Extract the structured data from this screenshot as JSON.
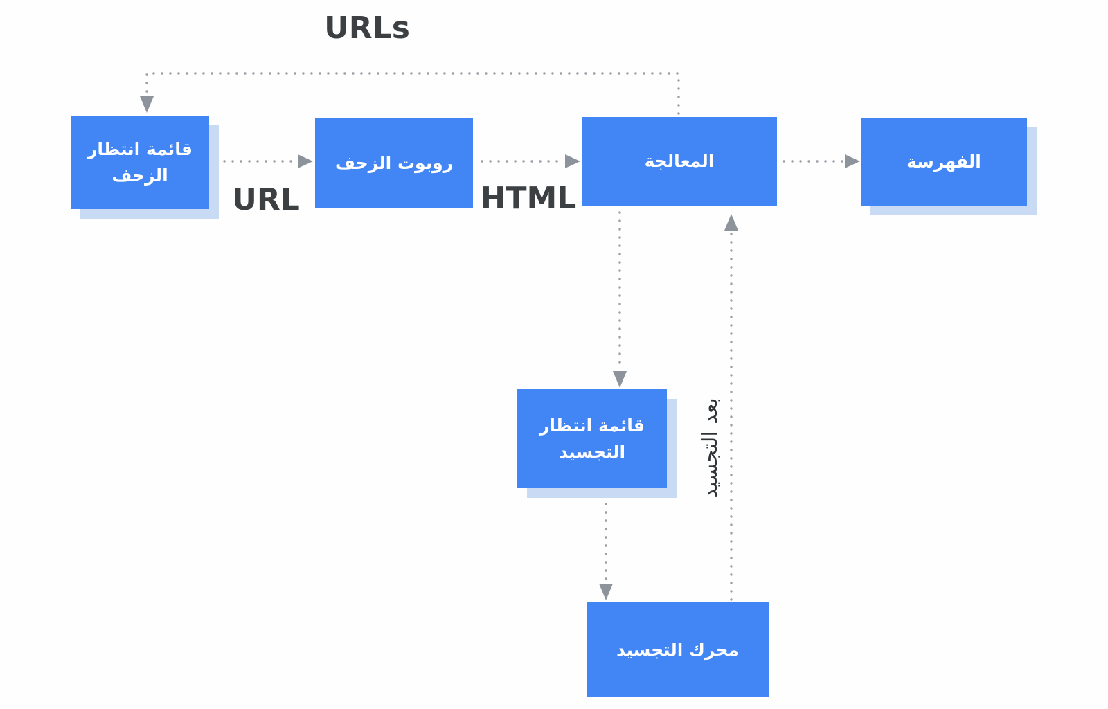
{
  "diagram": {
    "labels": {
      "urls": "URLs",
      "url": "URL",
      "html": "HTML",
      "after_render": "بعد التجسيد"
    },
    "nodes": [
      {
        "id": "crawl-queue",
        "label": "قائمة انتظار الزحف"
      },
      {
        "id": "crawler-bot",
        "label": "روبوت الزحف"
      },
      {
        "id": "processing",
        "label": "المعالجة"
      },
      {
        "id": "indexing",
        "label": "الفهرسة"
      },
      {
        "id": "render-queue",
        "label": "قائمة انتظار التجسيد"
      },
      {
        "id": "render-engine",
        "label": "محرك التجسيد"
      }
    ],
    "edges": [
      {
        "from": "processing",
        "to": "crawl-queue",
        "label": "URLs"
      },
      {
        "from": "crawl-queue",
        "to": "crawler-bot",
        "label": "URL"
      },
      {
        "from": "crawler-bot",
        "to": "processing",
        "label": "HTML"
      },
      {
        "from": "processing",
        "to": "indexing",
        "label": ""
      },
      {
        "from": "processing",
        "to": "render-queue",
        "label": ""
      },
      {
        "from": "render-queue",
        "to": "render-engine",
        "label": ""
      },
      {
        "from": "render-engine",
        "to": "processing",
        "label": "بعد التجسيد"
      }
    ],
    "colors": {
      "node_fill": "#4285f4",
      "node_shadow": "#c9daf5",
      "node_text": "#ffffff",
      "connector_dots": "#9aa0a6",
      "arrowhead": "#8d939a",
      "edge_label_text": "#3c4043",
      "background": "#ffffff"
    }
  }
}
